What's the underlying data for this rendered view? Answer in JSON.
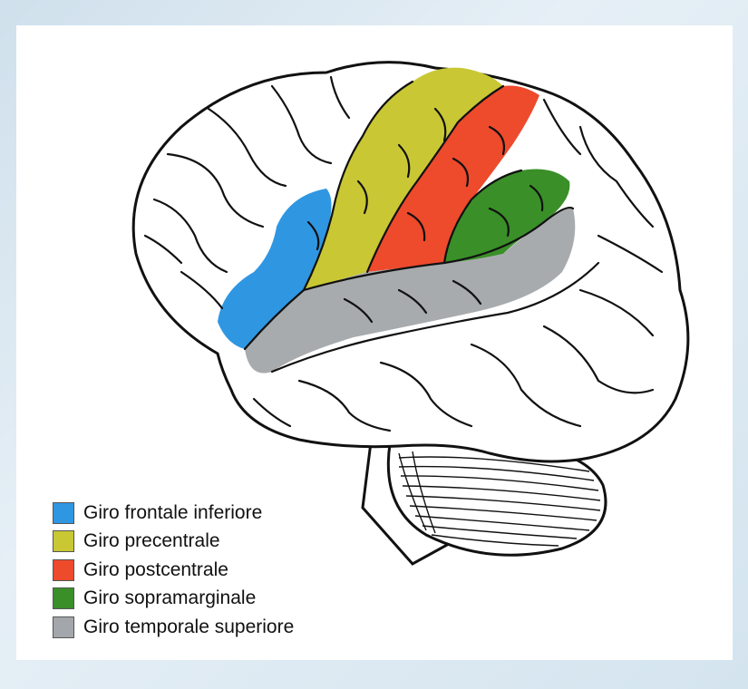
{
  "diagram": {
    "regions": [
      {
        "id": "frontale",
        "color": "#2f97e2"
      },
      {
        "id": "precentrale",
        "color": "#c9c734"
      },
      {
        "id": "postcentrale",
        "color": "#ee4a2c"
      },
      {
        "id": "sopramarginale",
        "color": "#3a8f29"
      },
      {
        "id": "temporale",
        "color": "#a3a6aa"
      }
    ]
  },
  "legend": {
    "items": [
      {
        "label": "Giro frontale inferiore",
        "color": "#2f97e2"
      },
      {
        "label": "Giro precentrale",
        "color": "#c9c734"
      },
      {
        "label": "Giro postcentrale",
        "color": "#ee4a2c"
      },
      {
        "label": "Giro sopramarginale",
        "color": "#3a8f29"
      },
      {
        "label": "Giro temporale superiore",
        "color": "#a3a6aa"
      }
    ]
  }
}
